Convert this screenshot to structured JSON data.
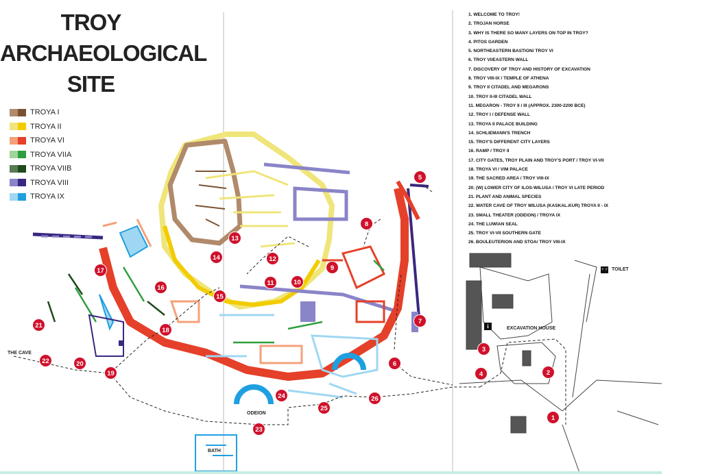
{
  "title": {
    "line1": "TROY",
    "line2": "ARCHAEOLOGICAL",
    "line3": "SITE"
  },
  "legend": [
    {
      "label": "TROYA I",
      "colors": [
        "#b08a6a",
        "#7a5232"
      ]
    },
    {
      "label": "TROYA II",
      "colors": [
        "#f0e57a",
        "#f2cc00"
      ]
    },
    {
      "label": "TROYA VI",
      "colors": [
        "#f5a07a",
        "#e5402a"
      ]
    },
    {
      "label": "TROYA VIIA",
      "colors": [
        "#9ed69a",
        "#2e9e3e"
      ]
    },
    {
      "label": "TROYA VIIB",
      "colors": [
        "#5a7a52",
        "#1f4a1c"
      ]
    },
    {
      "label": "TROYA VIII",
      "colors": [
        "#8a84c8",
        "#3a2780"
      ]
    },
    {
      "label": "TROYA IX",
      "colors": [
        "#9fd7f2",
        "#1ea0e0"
      ]
    }
  ],
  "points_of_interest": [
    "1. WELCOME TO TROY!",
    "2. TROJAN HORSE",
    "3. WHY IS THERE SO MANY LAYERS ON TOP IN TROY?",
    "4. PITOS GARDEN",
    "5. NORTHEASTERN BASTION/ TROY VI",
    "6. TROY VI/EASTERN WALL",
    "7. DISCOVERY OF TROY AND HISTORY OF EXCAVATION",
    "8. TROY VIII-IX / TEMPLE OF ATHENA",
    "9. TROY II CITADEL AND MEGARONS",
    "10. TROY II-III CITADEL WALL",
    "11. MEGARON - TROY II / III (APPROX. 2300-2200 BCE)",
    "12. TROY I / DEFENSE WALL",
    "13. TROYA II PALACE BUILDING",
    "14. SCHLIEMANN'S TRENCH",
    "15. TROY'S DIFFERENT CITY LAYERS",
    "16. RAMP / TROY II",
    "17. CITY GATES, TROY PLAIN AND TROY'S PORT / TROY VI-VII",
    "18. TROYA VI / VIM PALACE",
    "19. THE SACRED AREA / TROY VIII-IX",
    "20. (W) LOWER CITY OF ILOS-WILUSA / TROY VI LATE PERIOD",
    "21. PLANT AND ANIMAL SPECIES",
    "22. WATER CAVE OF TROY WILUSA (KASKAL.KUR) TROYA II - IX",
    "23. SMALL THEATER (ODEION) / TROYA IX",
    "24. THE LUWIAN SEAL",
    "25. TROY VI-VII SOUTHERN GATE",
    "26. BOULEUTERION AND STOA/ TROY VIII-IX"
  ],
  "markers": [
    "1",
    "2",
    "3",
    "4",
    "5",
    "6",
    "7",
    "8",
    "9",
    "10",
    "11",
    "12",
    "13",
    "14",
    "15",
    "16",
    "17",
    "18",
    "19",
    "20",
    "21",
    "22",
    "23",
    "24",
    "25",
    "26"
  ],
  "map_labels": {
    "the_cave": "THE CAVE",
    "odeion": "ODEION",
    "bath": "BATH",
    "excavation_house": "EXCAVATION HOUSE",
    "toilet": "TOILET",
    "info_icon": "i",
    "toilet_icon": "restroom-icon"
  },
  "colors": {
    "marker": "#d0112b",
    "route": "#222222",
    "grid": "#999999"
  }
}
